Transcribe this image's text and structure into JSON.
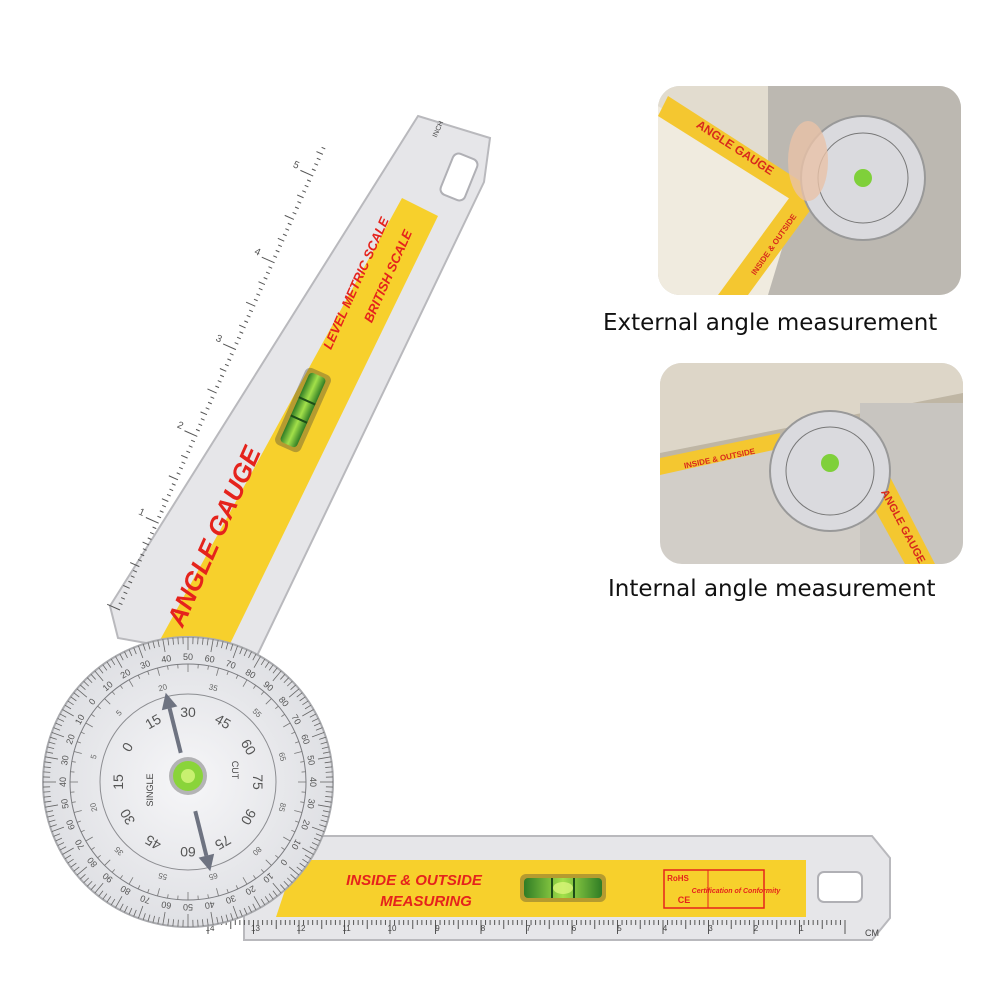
{
  "tool": {
    "vertical_arm": {
      "title": "ANGLE GAUGE",
      "scale_line1": "LEVEL  METRIC SCALE",
      "scale_line2": "BRITISH SCALE",
      "unit": "INCH",
      "inch_numbers": [
        "1",
        "2",
        "3",
        "4",
        "5"
      ]
    },
    "horizontal_arm": {
      "line1": "INSIDE & OUTSIDE",
      "line2": "MEASURING",
      "unit": "CM",
      "cm_numbers": [
        "14",
        "13",
        "12",
        "11",
        "10",
        "9",
        "8",
        "7",
        "6",
        "5",
        "4",
        "3",
        "2",
        "1"
      ],
      "rohs": "RoHS",
      "ce": "CE",
      "certification": "Certification of Conformity"
    },
    "protractor": {
      "outer_labels": [
        "40",
        "50",
        "60",
        "70",
        "80",
        "90",
        "80",
        "70",
        "60",
        "50",
        "40",
        "30",
        "20",
        "10",
        "0",
        "10",
        "20",
        "30",
        "40",
        "50",
        "60",
        "70",
        "80",
        "90",
        "80",
        "70",
        "60",
        "50",
        "40",
        "30",
        "20",
        "10",
        "0",
        "10",
        "20",
        "30"
      ],
      "inner_labels": [
        "45",
        "60",
        "75",
        "90",
        "75",
        "60",
        "45",
        "30",
        "15",
        "0",
        "15",
        "30"
      ],
      "small_labels": [
        "55",
        "65",
        "85",
        "80",
        "65",
        "55",
        "35",
        "20",
        "5",
        "5",
        "20",
        "35"
      ],
      "label_single": "SINGLE",
      "label_cut": "CUT"
    }
  },
  "photos": [
    {
      "caption": "External angle measurement",
      "gauge_text": "ANGLE GAUGE",
      "arm_text": "INSIDE & OUTSIDE"
    },
    {
      "caption": "Internal angle measurement",
      "gauge_text": "ANGLE GAUGE",
      "arm_text": "INSIDE & OUTSIDE"
    }
  ],
  "colors": {
    "arm_body": "#e6e6e9",
    "yellow": "#f7d02c",
    "red_text": "#e5231c",
    "dial": "#ececef",
    "bubble": "#8ad43a",
    "arrow": "#6e7381"
  }
}
